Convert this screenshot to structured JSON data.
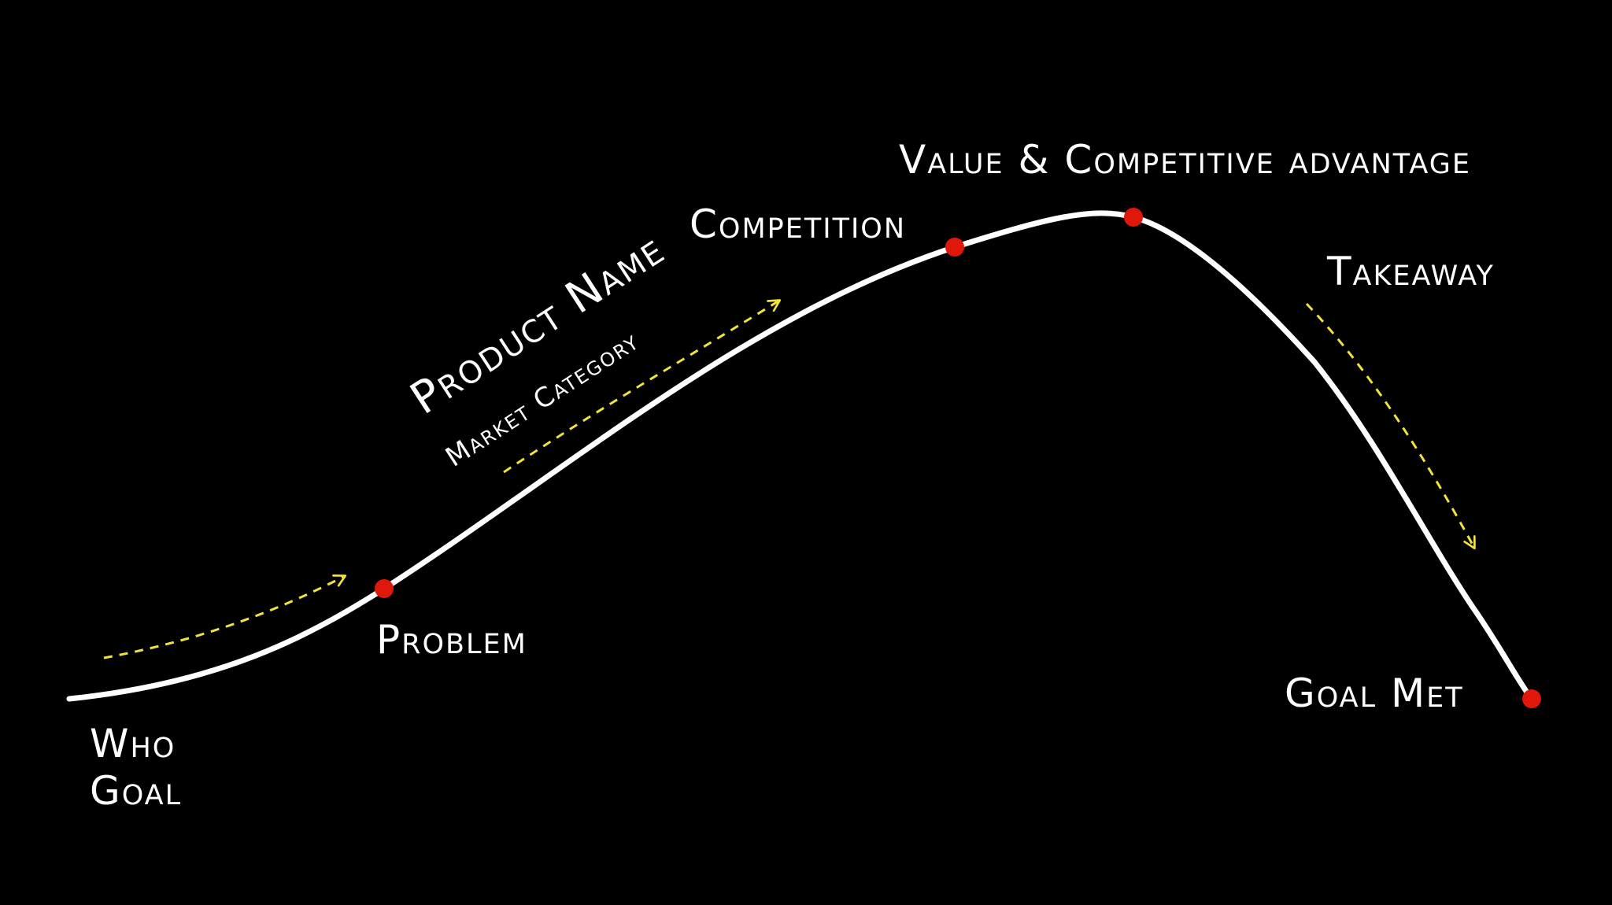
{
  "diagram": {
    "background_color": "#000000",
    "curve_color": "#ffffff",
    "marker_color": "#e0180c",
    "arrow_color": "#f2e23a",
    "labels": {
      "who": "Who",
      "goal": "Goal",
      "problem": "Problem",
      "product_name": "Product Name",
      "market_category": "Market Category",
      "competition": "Competition",
      "value_advantage": "Value & Competitive advantage",
      "takeaway": "Takeaway",
      "goal_met": "Goal Met"
    }
  }
}
